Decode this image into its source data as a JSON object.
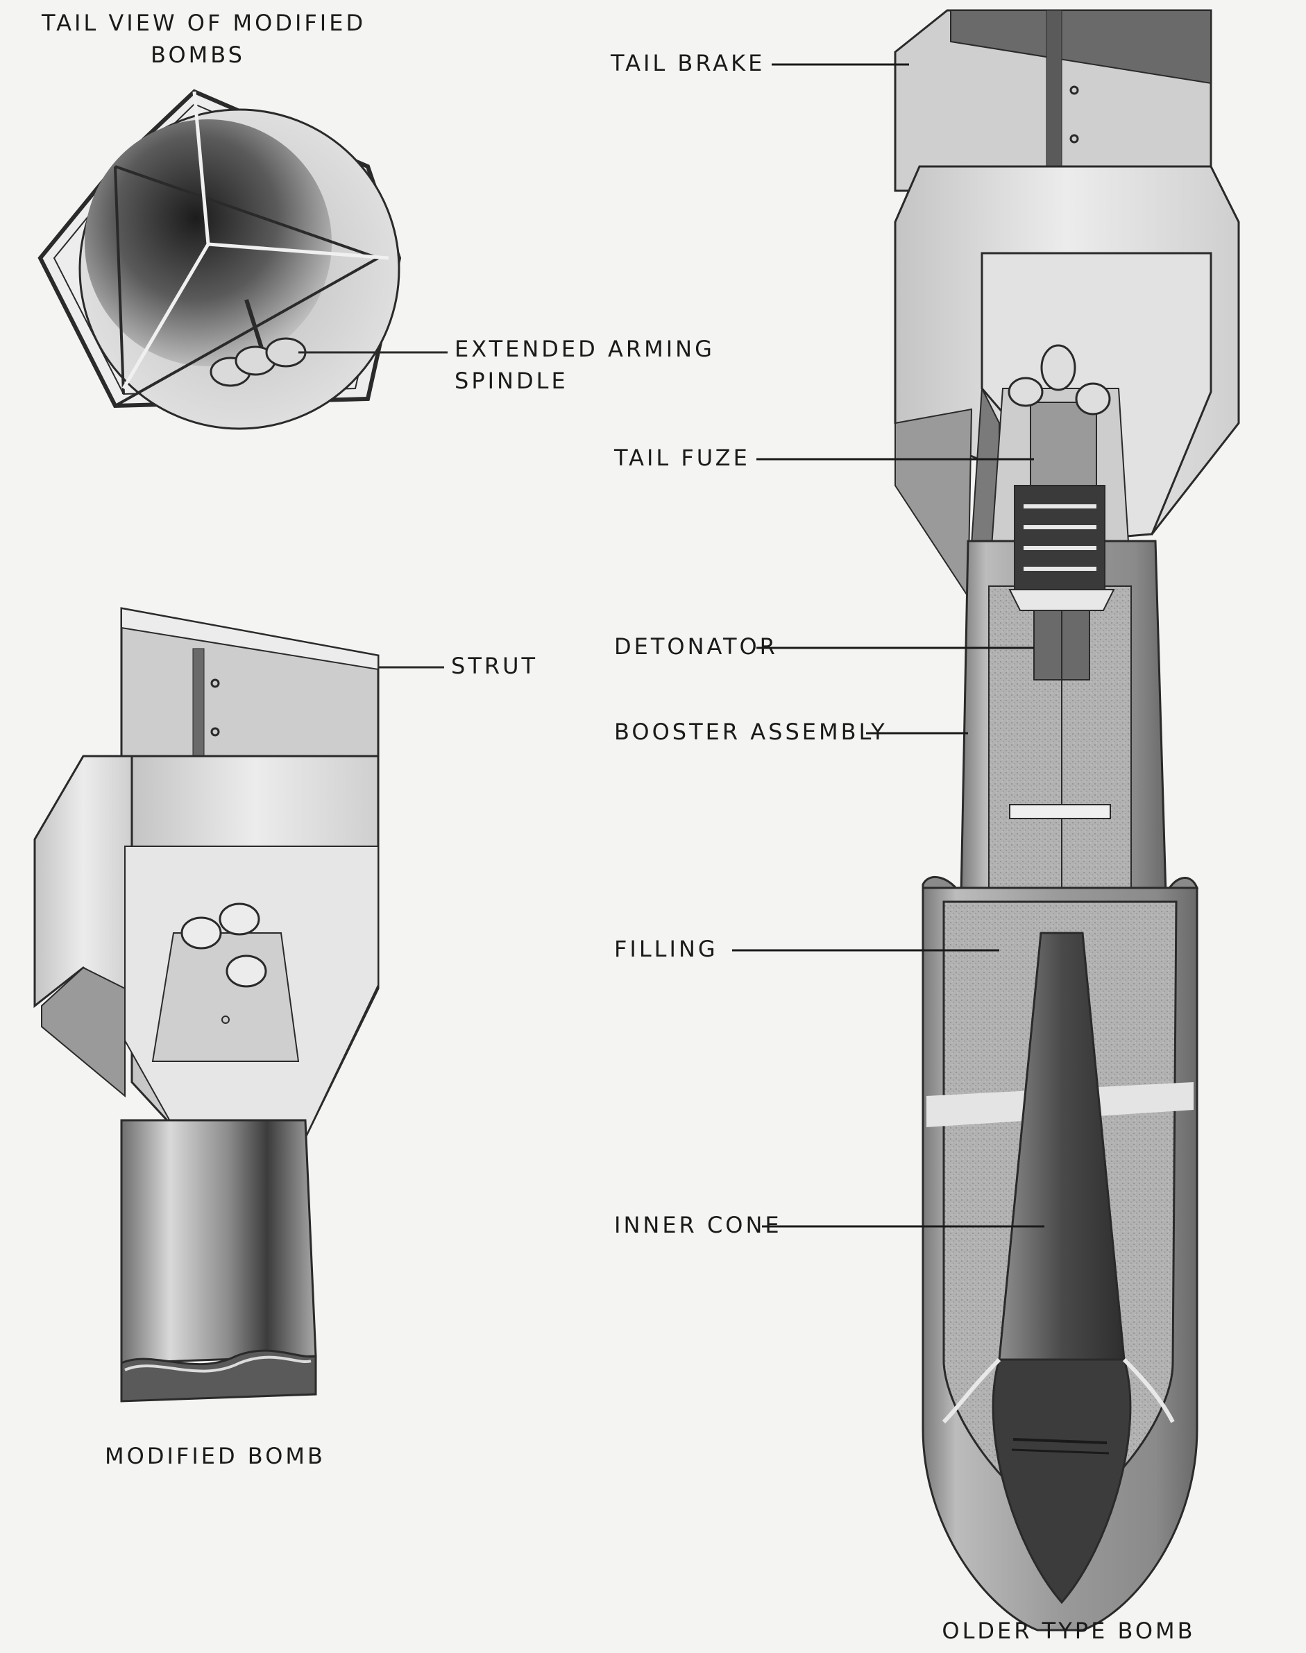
{
  "titles": {
    "tail_view_line1": "TAIL VIEW OF MODIFIED",
    "tail_view_line2": "BOMBS",
    "modified_bomb": "MODIFIED BOMB",
    "older_type_bomb": "OLDER TYPE BOMB"
  },
  "callouts": {
    "extended_arming_line1": "EXTENDED ARMING",
    "extended_arming_line2": "SPINDLE",
    "strut": "STRUT",
    "tail_brake": "TAIL BRAKE",
    "tail_fuze": "TAIL FUZE",
    "detonator": "DETONATOR",
    "booster_assembly": "BOOSTER ASSEMBLY",
    "filling": "FILLING",
    "inner_cone": "INNER CONE"
  }
}
